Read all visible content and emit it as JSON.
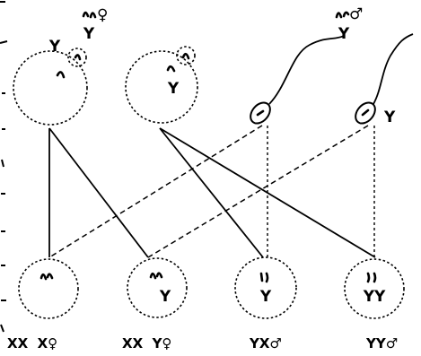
{
  "parents": {
    "female": {
      "chromosome_label": "Y",
      "sex_symbol": "♀"
    },
    "male": {
      "chromosome_label": "Y",
      "sex_symbol": "♂"
    }
  },
  "eggs": [
    {
      "label": "Y"
    },
    {
      "label": "Y"
    }
  ],
  "sperm": [
    {
      "label": ""
    },
    {
      "label": "Y"
    }
  ],
  "offspring": [
    {
      "inner_label": "",
      "genotype": "XX  X♀"
    },
    {
      "inner_label": "Y",
      "genotype": "XX  Y♀"
    },
    {
      "inner_label": "Y",
      "genotype": "YX♂"
    },
    {
      "inner_label": "YY",
      "genotype": "YY♂"
    }
  ]
}
